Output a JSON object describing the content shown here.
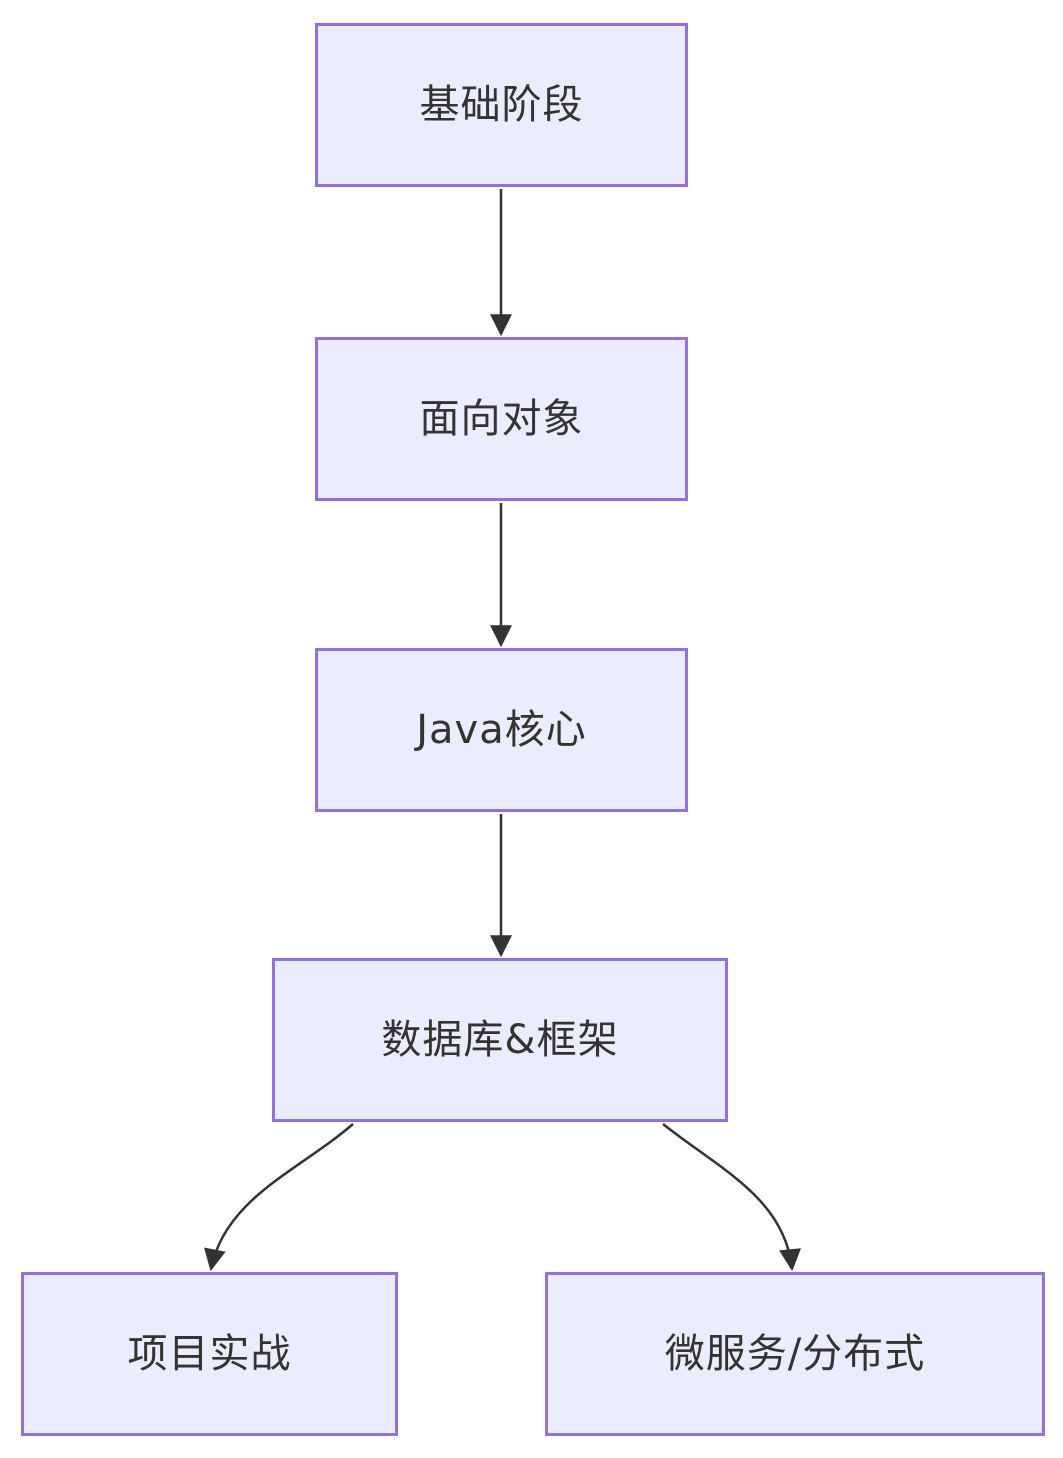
{
  "diagram": {
    "type": "flowchart",
    "direction": "top-down",
    "colors": {
      "background": "#ffffff",
      "node_fill": "#ECECFF",
      "node_border": "#9370DB",
      "text": "#333333",
      "arrow": "#333333"
    },
    "nodes": [
      {
        "id": "n1",
        "label": "基础阶段"
      },
      {
        "id": "n2",
        "label": "面向对象"
      },
      {
        "id": "n3",
        "label": "Java核心"
      },
      {
        "id": "n4",
        "label": "数据库&框架"
      },
      {
        "id": "n5",
        "label": "项目实战"
      },
      {
        "id": "n6",
        "label": "微服务/分布式"
      }
    ],
    "edges": [
      {
        "from": "基础阶段",
        "to": "面向对象",
        "style": "straight-arrow"
      },
      {
        "from": "面向对象",
        "to": "Java核心",
        "style": "straight-arrow"
      },
      {
        "from": "Java核心",
        "to": "数据库&框架",
        "style": "straight-arrow"
      },
      {
        "from": "数据库&框架",
        "to": "项目实战",
        "style": "curved-arrow"
      },
      {
        "from": "数据库&框架",
        "to": "微服务/分布式",
        "style": "curved-arrow"
      }
    ]
  }
}
